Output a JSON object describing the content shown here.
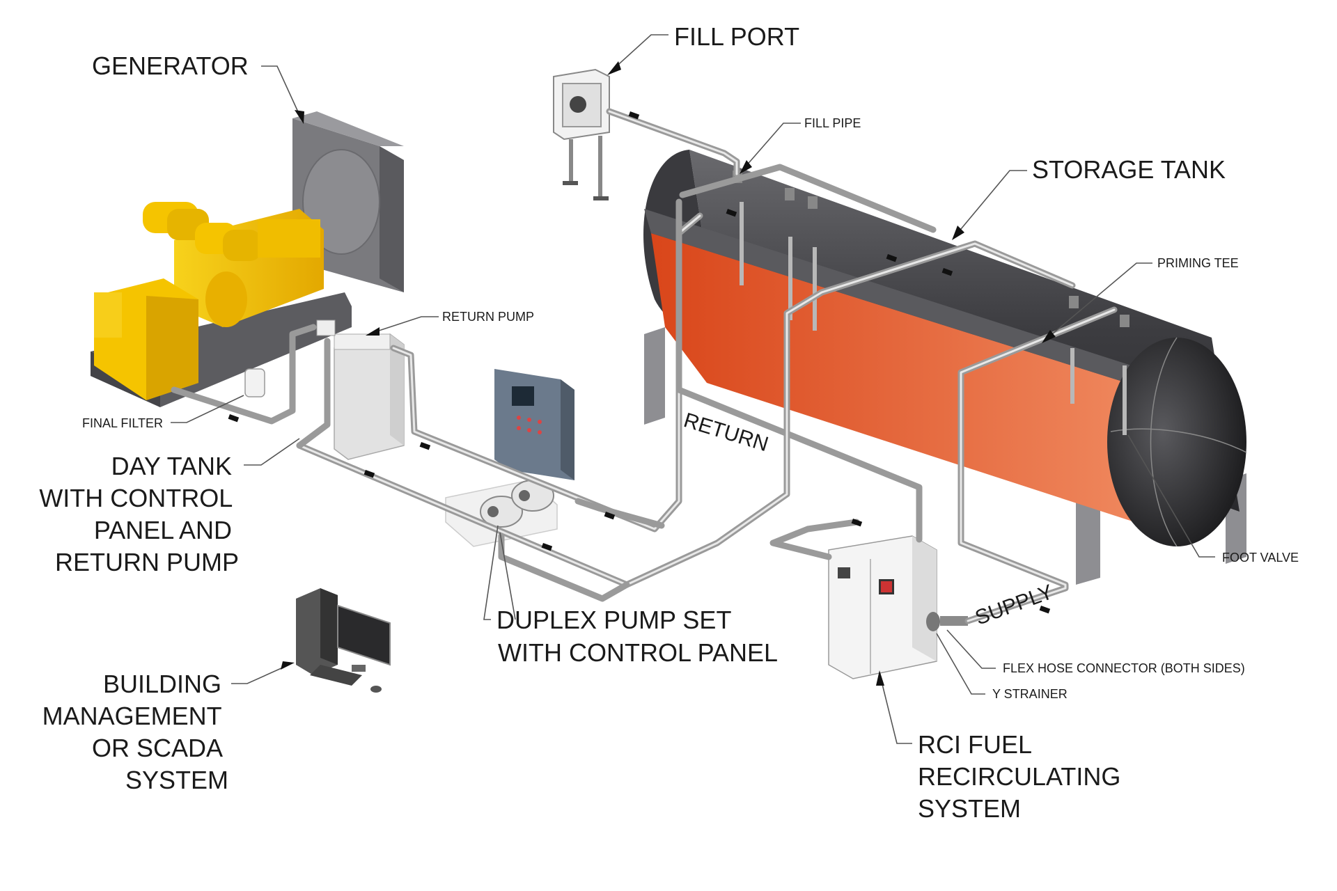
{
  "labels": {
    "fill_port": "FILL PORT",
    "generator": "GENERATOR",
    "fill_pipe": "FILL PIPE",
    "storage_tank": "STORAGE TANK",
    "return_pump": "RETURN PUMP",
    "priming_tee": "PRIMING TEE",
    "final_filter": "FINAL FILTER",
    "day_tank": [
      "DAY TANK",
      "WITH CONTROL",
      "PANEL AND",
      "RETURN PUMP"
    ],
    "foot_valve": "FOOT VALVE",
    "duplex_pump": [
      "DUPLEX PUMP SET",
      "WITH CONTROL PANEL"
    ],
    "bms": [
      "BUILDING",
      "MANAGEMENT",
      "OR SCADA",
      "SYSTEM"
    ],
    "flex_hose": "FLEX HOSE CONNECTOR (BOTH SIDES)",
    "y_strainer": "Y STRAINER",
    "rci": [
      "RCI FUEL",
      "RECIRCULATING",
      "SYSTEM"
    ]
  },
  "pipe_labels": {
    "return": "RETURN",
    "supply": "SUPPLY"
  },
  "colors": {
    "generator": "#f5c400",
    "tank_body": "#4a4a4e",
    "fuel": "#e8673a",
    "pipe": "#9a9a9a"
  }
}
